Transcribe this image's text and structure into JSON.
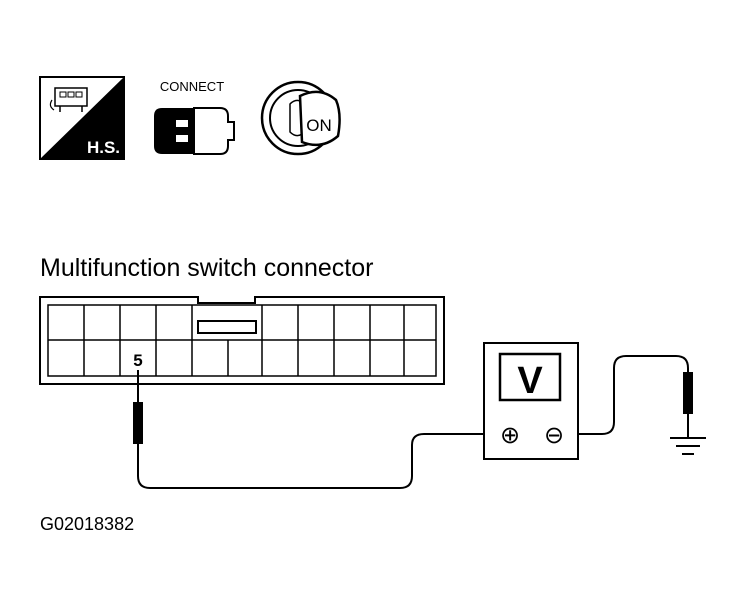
{
  "icons": {
    "hs_label": "H.S.",
    "connect_label": "CONNECT",
    "ignition_label": "ON"
  },
  "connector": {
    "title": "Multifunction switch connector",
    "terminal": "5"
  },
  "meter": {
    "label": "V",
    "plus": "⊕",
    "minus": "⊖"
  },
  "footer": {
    "code": "G02018382"
  }
}
